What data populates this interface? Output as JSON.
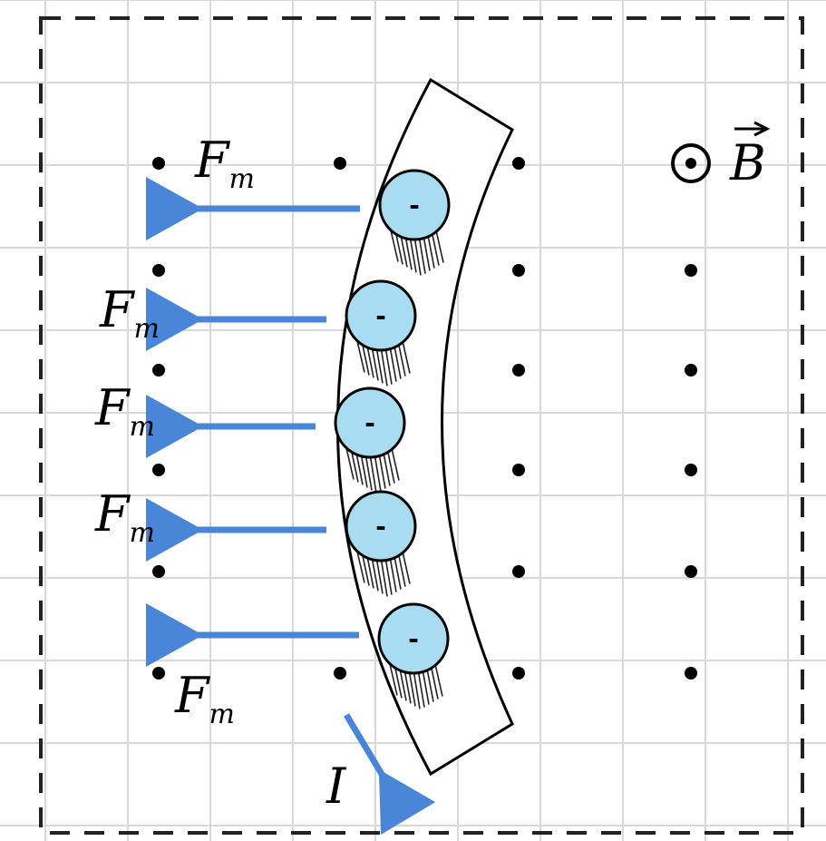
{
  "diagram": {
    "force_label": "F",
    "force_subscript": "m",
    "current_label": "I",
    "field_label": "B",
    "charge_sign": "-",
    "colors": {
      "arrow": "#4a86d8",
      "charge_fill": "#a9dcf0",
      "grid": "#d8d8d8",
      "ink": "#000000"
    }
  }
}
